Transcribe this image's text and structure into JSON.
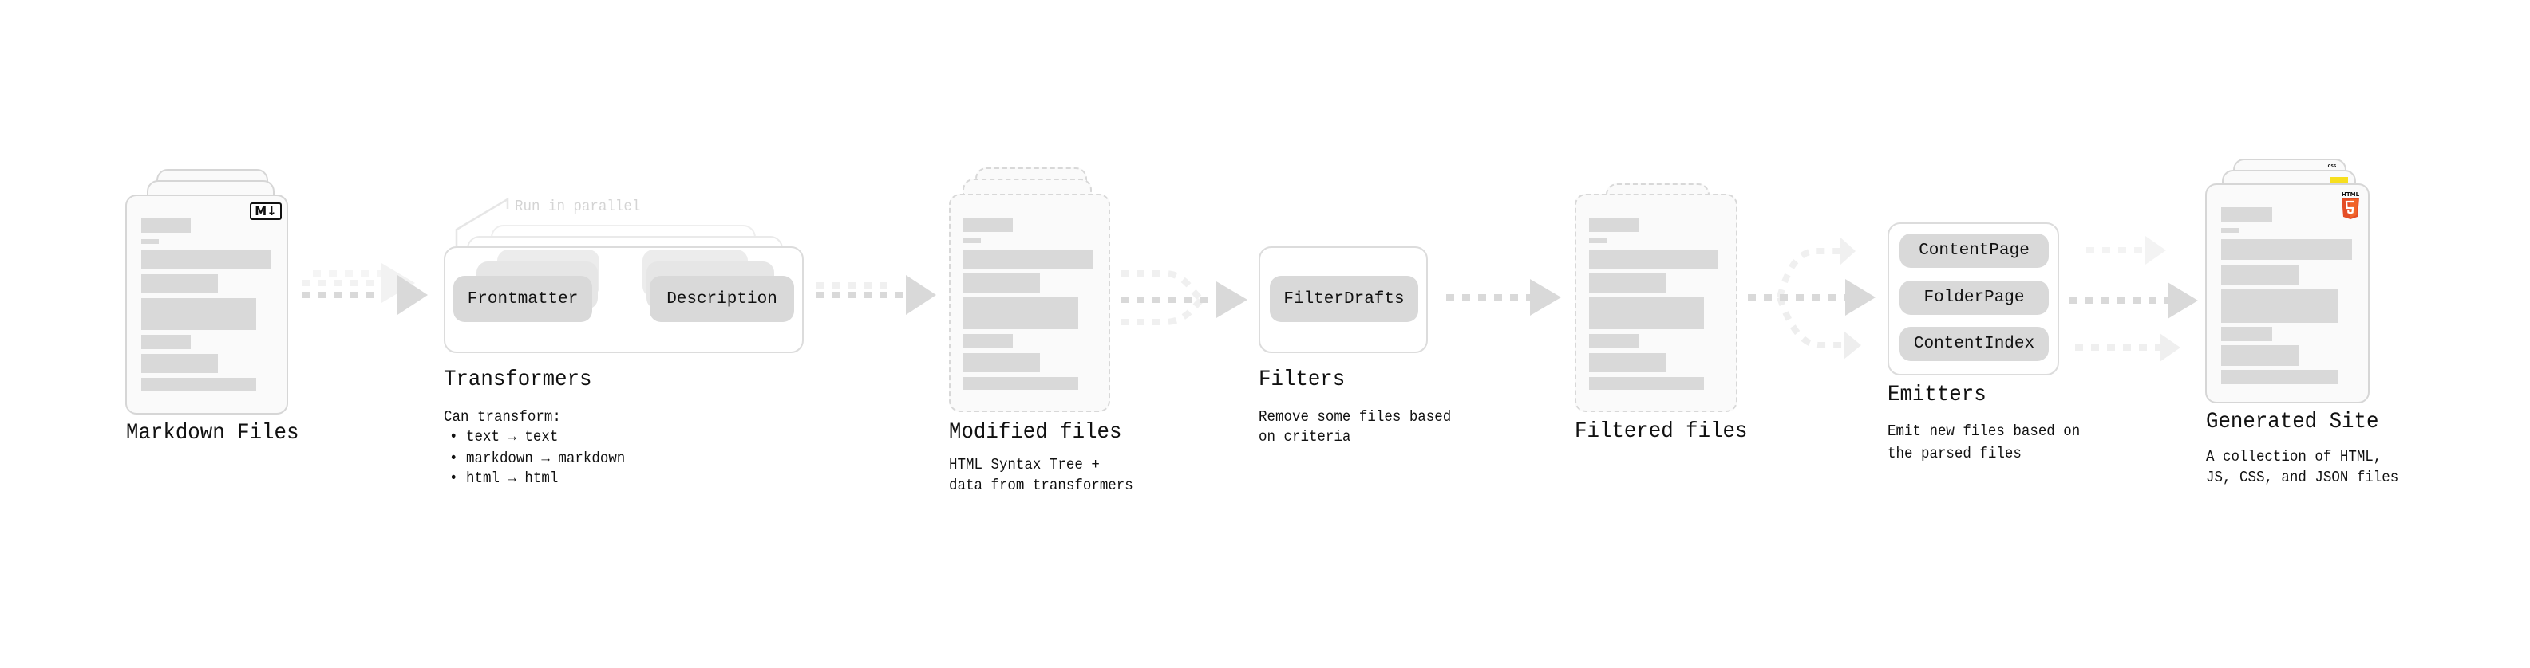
{
  "stages": {
    "markdown": {
      "title": "Markdown Files",
      "icon": "markdown-icon",
      "icon_label": "M↓"
    },
    "transformers": {
      "title": "Transformers",
      "parallel_note": "Run in parallel",
      "plugins": [
        "Frontmatter",
        "Description"
      ],
      "desc_intro": "Can transform:",
      "bullets": [
        "text → text",
        "markdown → markdown",
        "html → html"
      ]
    },
    "modified": {
      "title": "Modified files",
      "desc": [
        "HTML Syntax Tree +",
        "data from transformers"
      ]
    },
    "filters": {
      "title": "Filters",
      "plugins": [
        "FilterDrafts"
      ],
      "desc": [
        "Remove some files based",
        "on criteria"
      ]
    },
    "filtered": {
      "title": "Filtered files"
    },
    "emitters": {
      "title": "Emitters",
      "plugins": [
        "ContentPage",
        "FolderPage",
        "ContentIndex"
      ],
      "desc": [
        "Emit new files based on",
        "the parsed files"
      ]
    },
    "generated": {
      "title": "Generated Site",
      "icons": [
        "html5-icon",
        "js-icon",
        "css-icon"
      ],
      "html_label": "HTML",
      "css_label": "CSS",
      "desc": [
        "A collection of HTML,",
        "JS, CSS, and JSON files"
      ]
    }
  },
  "colors": {
    "arrow": "#d9d9d9",
    "arrow_faded": "#efefef",
    "html5": "#e44d26",
    "js": "#f7df1e",
    "css": "#2965f1"
  }
}
